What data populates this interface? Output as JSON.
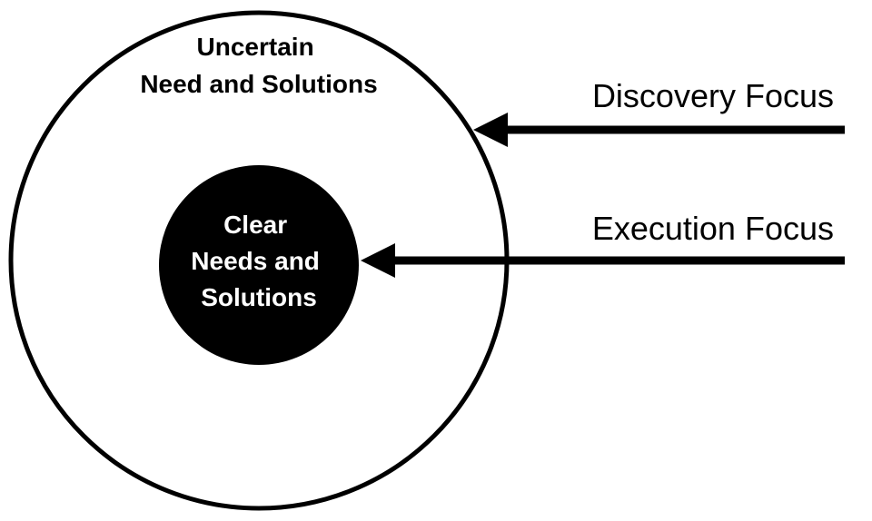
{
  "diagram": {
    "outer_circle": {
      "label_lines": [
        "Uncertain",
        "Need and Solutions"
      ]
    },
    "inner_circle": {
      "label_lines": [
        "Clear",
        "Needs and",
        "Solutions"
      ]
    },
    "arrows": [
      {
        "label": "Discovery Focus",
        "target": "outer_circle"
      },
      {
        "label": "Execution Focus",
        "target": "inner_circle"
      }
    ]
  },
  "colors": {
    "stroke": "#000000",
    "inner_fill": "#000000",
    "inner_text": "#ffffff",
    "background": "#ffffff"
  }
}
